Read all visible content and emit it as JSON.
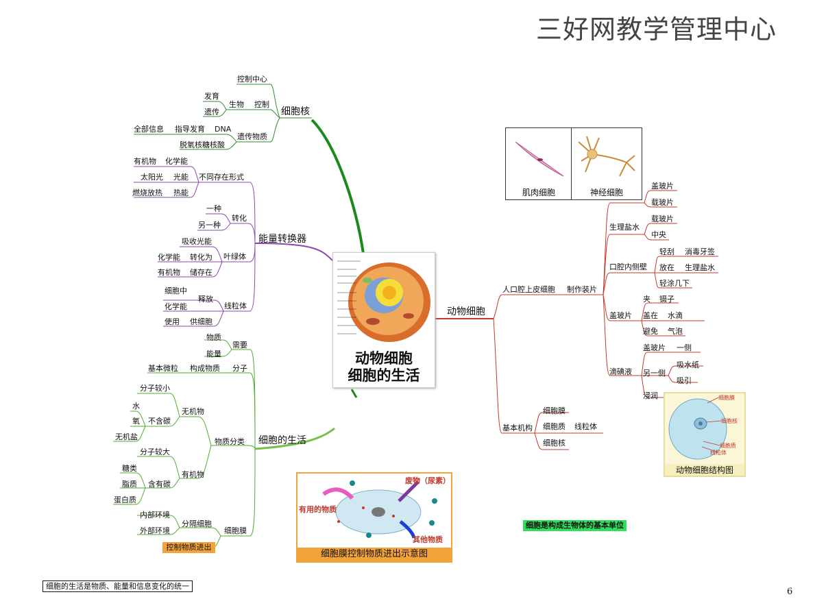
{
  "header": {
    "title": "三好网教学管理中心"
  },
  "page_number": "6",
  "center": {
    "line1": "动物细胞",
    "line2": "细胞的生活"
  },
  "left": {
    "nucleus": {
      "label": "细胞核",
      "control_center": "控制中心",
      "develop": "发育",
      "heredity": "遗传",
      "organism": "生物",
      "control": "控制",
      "all_info": "全部信息",
      "guide_develop": "指导发育",
      "dna": "DNA",
      "genetic_material": "遗传物质",
      "deoxyribonucleic_acid": "脱氧核糖核酸"
    },
    "energy": {
      "label": "能量转换器",
      "forms": "不同存在形式",
      "organic": "有机物",
      "chemical_energy": "化学能",
      "sunlight": "太阳光",
      "light_energy": "光能",
      "burning": "燃烧放热",
      "heat_energy": "热能",
      "convert": "转化",
      "one_kind": "一种",
      "another_kind": "另一种",
      "absorb_light": "吸收光能",
      "chloroplast": "叶绿体",
      "chem_energy2": "化学能",
      "convert_to": "转化为",
      "organic2": "有机物",
      "store": "储存在",
      "in_cell": "细胞中",
      "release": "释放",
      "chem_energy3": "化学能",
      "mitochondria": "线粒体",
      "use": "使用",
      "for_cell": "供细胞"
    },
    "life": {
      "label": "细胞的生活",
      "matter": "物质",
      "energy": "能量",
      "need": "需要",
      "basic_particle": "基本微粒",
      "constitute": "构成物质",
      "molecule": "分子",
      "small_molecule": "分子较小",
      "inorganic": "无机物",
      "water": "水",
      "oxygen": "氧",
      "no_carbon": "不含碳",
      "inorganic_salt": "无机盐",
      "classification": "物质分类",
      "large_molecule": "分子较大",
      "sugar": "糖类",
      "fat": "脂质",
      "protein": "蛋白质",
      "contains_carbon": "含有碳",
      "organic": "有机物",
      "inner_env": "内部环境",
      "outer_env": "外部环境",
      "separate_cell": "分隔细胞",
      "membrane": "细胞膜",
      "control_in_out": "控制物质进出"
    }
  },
  "right": {
    "animal_cell": "动物细胞",
    "epithelium": "人口腔上皮细胞",
    "make_slide": "制作装片",
    "saline": "生理盐水",
    "cover_slip": "盖玻片",
    "slide": "载玻片",
    "slide2": "载玻片",
    "center": "中央",
    "cheek_wall": "口腔内侧壁",
    "scrape": "轻刮",
    "sterile_toothpick": "消毒牙签",
    "place_in": "放在",
    "saline2": "生理盐水",
    "smear": "轻涂几下",
    "cover_slip2": "盖玻片",
    "clamp": "夹",
    "tweezers": "镊子",
    "cover_on": "盖在",
    "water_drop": "水滴",
    "avoid": "避免",
    "bubble": "气泡",
    "stain": "滴碘液",
    "cover_slip3": "盖玻片",
    "one_side": "一侧",
    "other_side": "另一侧",
    "blotting_paper": "吸水纸",
    "draw": "吸引",
    "soak": "浸润",
    "basic_structure": "基本机构",
    "cell_membrane": "细胞膜",
    "cytoplasm": "细胞质",
    "mito": "线粒体",
    "nucleus": "细胞核"
  },
  "pictures": {
    "muscle": "肌肉细胞",
    "nerve": "神经细胞",
    "structure_caption": "动物细胞结构图",
    "structure_labels": [
      "细胞膜",
      "细胞核",
      "细胞质",
      "线粒体"
    ],
    "membrane_caption": "细胞膜控制物质进出示意图",
    "membrane_labels": {
      "waste": "废物（尿素）",
      "useful": "有用的物质",
      "other": "其他物质"
    }
  },
  "notes": {
    "green": "细胞是构成生物体的基本单位",
    "bottom": "细胞的生活是物质、能量和信息变化的统一"
  }
}
